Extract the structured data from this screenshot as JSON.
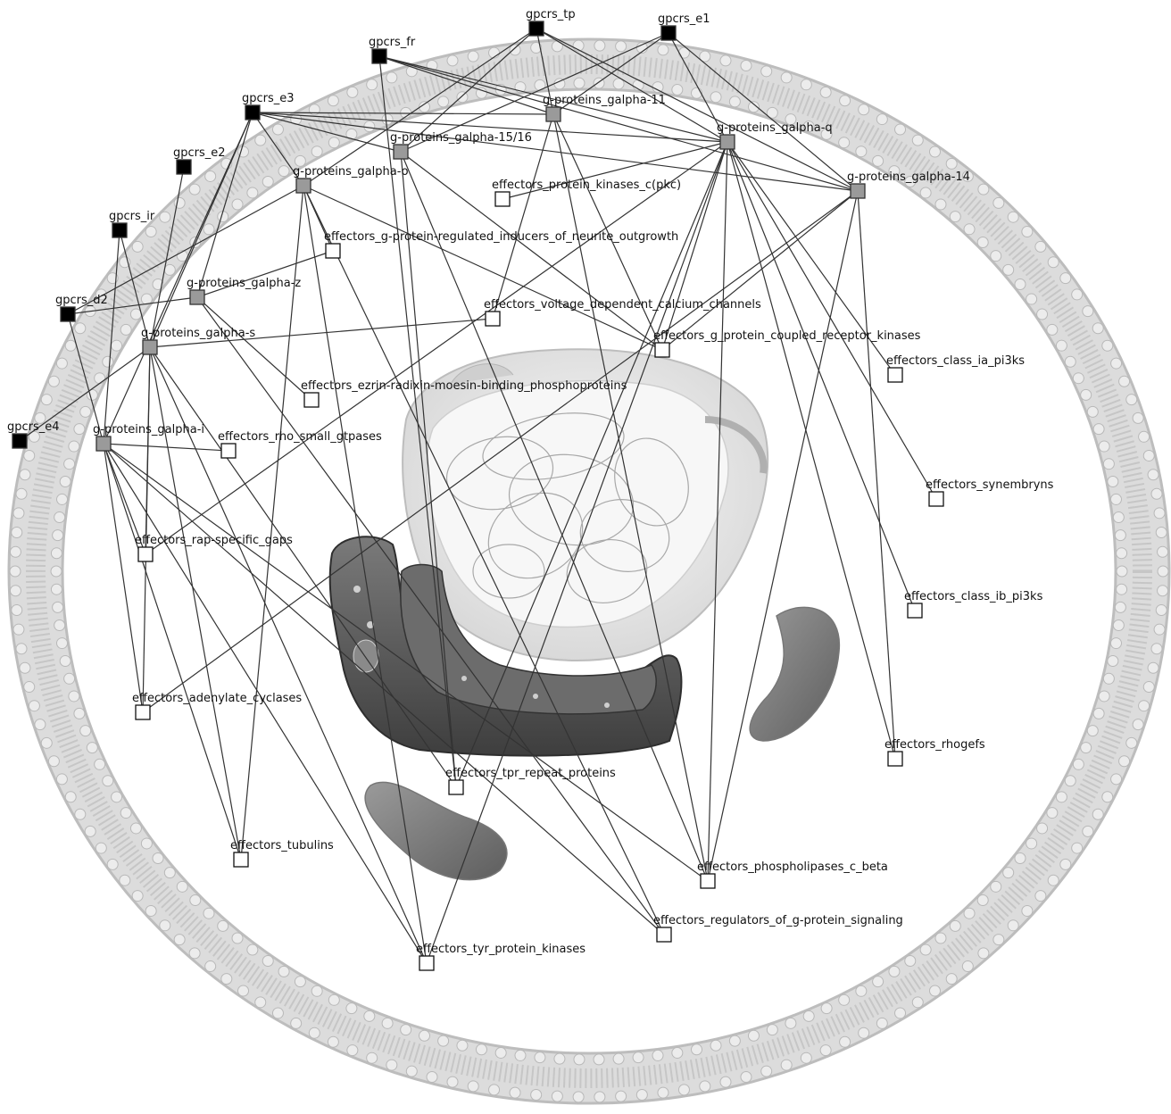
{
  "colors": {
    "background": "#ffffff",
    "membrane": "#bdbdbd",
    "membrane_bead": "#dcdcdc",
    "edge": "#333333",
    "receptor_node": "#000000",
    "gprotein_node": "#9a9a9a",
    "effector_node": "#ffffff",
    "organelle_dark": "#5a5a5a",
    "organelle_light": "#eaeaea",
    "nucleus_fill": "#f2f2f2"
  },
  "node_types": {
    "receptor": "black filled square",
    "gprotein": "grey filled square",
    "effector": "white square"
  },
  "nodes": [
    {
      "id": "gpcrs_tp",
      "label": "gpcrs_tp",
      "type": "receptor"
    },
    {
      "id": "gpcrs_e1",
      "label": "gpcrs_e1",
      "type": "receptor"
    },
    {
      "id": "gpcrs_fr",
      "label": "gpcrs_fr",
      "type": "receptor"
    },
    {
      "id": "gpcrs_e3",
      "label": "gpcrs_e3",
      "type": "receptor"
    },
    {
      "id": "gpcrs_e2",
      "label": "gpcrs_e2",
      "type": "receptor"
    },
    {
      "id": "gpcrs_ir",
      "label": "gpcrs_ir",
      "type": "receptor"
    },
    {
      "id": "gpcrs_d2",
      "label": "gpcrs_d2",
      "type": "receptor"
    },
    {
      "id": "gpcrs_e4",
      "label": "gpcrs_e4",
      "type": "receptor"
    },
    {
      "id": "g11",
      "label": "g-proteins_galpha-11",
      "type": "gprotein"
    },
    {
      "id": "gq",
      "label": "g-proteins_galpha-q",
      "type": "gprotein"
    },
    {
      "id": "g1516",
      "label": "g-proteins_galpha-15/16",
      "type": "gprotein"
    },
    {
      "id": "go",
      "label": "g-proteins_galpha-o",
      "type": "gprotein"
    },
    {
      "id": "g14",
      "label": "g-proteins_galpha-14",
      "type": "gprotein"
    },
    {
      "id": "gz",
      "label": "g-proteins_galpha-z",
      "type": "gprotein"
    },
    {
      "id": "gs",
      "label": "g-proteins_galpha-s",
      "type": "gprotein"
    },
    {
      "id": "gi",
      "label": "g-proteins_galpha-i",
      "type": "gprotein"
    },
    {
      "id": "pkc",
      "label": "effectors_protein_kinases_c(pkc)",
      "type": "effector"
    },
    {
      "id": "neurite",
      "label": "effectors_g-protein-regulated_inducers_of_neurite_outgrowth",
      "type": "effector"
    },
    {
      "id": "vdcc",
      "label": "effectors_voltage_dependent_calcium_channels",
      "type": "effector"
    },
    {
      "id": "grk",
      "label": "effectors_g_protein_coupled_receptor_kinases",
      "type": "effector"
    },
    {
      "id": "pi3kia",
      "label": "effectors_class_ia_pi3ks",
      "type": "effector"
    },
    {
      "id": "erm",
      "label": "effectors_ezrin-radixin-moesin-binding_phosphoproteins",
      "type": "effector"
    },
    {
      "id": "rho",
      "label": "effectors_rho_small_gtpases",
      "type": "effector"
    },
    {
      "id": "syn",
      "label": "effectors_synembryns",
      "type": "effector"
    },
    {
      "id": "rap",
      "label": "effectors_rap-specific_gaps",
      "type": "effector"
    },
    {
      "id": "pi3kib",
      "label": "effectors_class_ib_pi3ks",
      "type": "effector"
    },
    {
      "id": "ac",
      "label": "effectors_adenylate_cyclases",
      "type": "effector"
    },
    {
      "id": "rhogef",
      "label": "effectors_rhogefs",
      "type": "effector"
    },
    {
      "id": "tpr",
      "label": "effectors_tpr_repeat_proteins",
      "type": "effector"
    },
    {
      "id": "tub",
      "label": "effectors_tubulins",
      "type": "effector"
    },
    {
      "id": "plcb",
      "label": "effectors_phospholipases_c_beta",
      "type": "effector"
    },
    {
      "id": "rgs",
      "label": "effectors_regulators_of_g-protein_signaling",
      "type": "effector"
    },
    {
      "id": "tyr",
      "label": "effectors_tyr_protein_kinases",
      "type": "effector"
    }
  ],
  "edges": [
    [
      "gpcrs_tp",
      "g11"
    ],
    [
      "gpcrs_tp",
      "gq"
    ],
    [
      "gpcrs_tp",
      "g1516"
    ],
    [
      "gpcrs_tp",
      "g14"
    ],
    [
      "gpcrs_tp",
      "go"
    ],
    [
      "gpcrs_e1",
      "g11"
    ],
    [
      "gpcrs_e1",
      "gq"
    ],
    [
      "gpcrs_e1",
      "g1516"
    ],
    [
      "gpcrs_e1",
      "g14"
    ],
    [
      "gpcrs_fr",
      "g11"
    ],
    [
      "gpcrs_fr",
      "gq"
    ],
    [
      "gpcrs_fr",
      "g14"
    ],
    [
      "gpcrs_fr",
      "tpr"
    ],
    [
      "gpcrs_e3",
      "g11"
    ],
    [
      "gpcrs_e3",
      "gq"
    ],
    [
      "gpcrs_e3",
      "g1516"
    ],
    [
      "gpcrs_e3",
      "g14"
    ],
    [
      "gpcrs_e3",
      "go"
    ],
    [
      "gpcrs_e3",
      "gs"
    ],
    [
      "gpcrs_e3",
      "gi"
    ],
    [
      "gpcrs_e3",
      "gz"
    ],
    [
      "gpcrs_e2",
      "gs"
    ],
    [
      "gpcrs_ir",
      "gs"
    ],
    [
      "gpcrs_ir",
      "gi"
    ],
    [
      "gpcrs_d2",
      "gi"
    ],
    [
      "gpcrs_d2",
      "gz"
    ],
    [
      "gpcrs_d2",
      "go"
    ],
    [
      "gpcrs_e4",
      "gs"
    ],
    [
      "gq",
      "pkc"
    ],
    [
      "gq",
      "grk"
    ],
    [
      "gq",
      "pi3kia"
    ],
    [
      "gq",
      "syn"
    ],
    [
      "gq",
      "pi3kib"
    ],
    [
      "gq",
      "rhogef"
    ],
    [
      "gq",
      "plcb"
    ],
    [
      "gq",
      "tpr"
    ],
    [
      "gq",
      "tyr"
    ],
    [
      "gq",
      "rap"
    ],
    [
      "g11",
      "grk"
    ],
    [
      "g11",
      "plcb"
    ],
    [
      "g11",
      "vdcc"
    ],
    [
      "g1516",
      "grk"
    ],
    [
      "g1516",
      "tpr"
    ],
    [
      "g1516",
      "plcb"
    ],
    [
      "g14",
      "plcb"
    ],
    [
      "g14",
      "rhogef"
    ],
    [
      "g14",
      "grk"
    ],
    [
      "g14",
      "ac"
    ],
    [
      "go",
      "neurite"
    ],
    [
      "go",
      "tyr"
    ],
    [
      "go",
      "tub"
    ],
    [
      "go",
      "grk"
    ],
    [
      "go",
      "rgs"
    ],
    [
      "gz",
      "neurite"
    ],
    [
      "gz",
      "erm"
    ],
    [
      "gz",
      "rgs"
    ],
    [
      "gs",
      "ac"
    ],
    [
      "gs",
      "tub"
    ],
    [
      "gs",
      "rap"
    ],
    [
      "gs",
      "tpr"
    ],
    [
      "gs",
      "vdcc"
    ],
    [
      "gs",
      "tyr"
    ],
    [
      "gi",
      "rho"
    ],
    [
      "gi",
      "rap"
    ],
    [
      "gi",
      "ac"
    ],
    [
      "gi",
      "tub"
    ],
    [
      "gi",
      "tyr"
    ],
    [
      "gi",
      "rgs"
    ],
    [
      "gi",
      "plcb"
    ]
  ]
}
